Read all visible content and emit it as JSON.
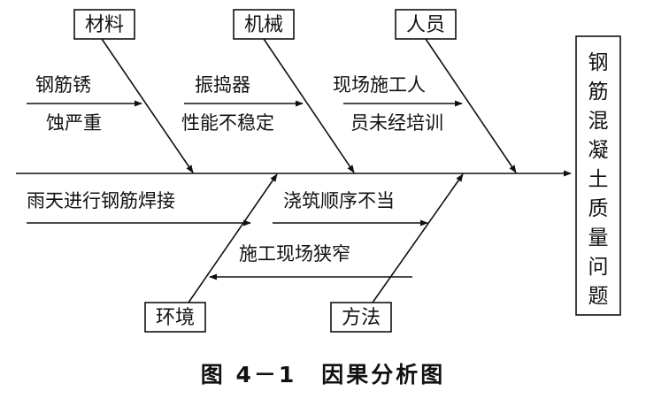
{
  "effect": {
    "label": "钢筋混凝土质量问题",
    "chars": [
      "钢",
      "筋",
      "混",
      "凝",
      "土",
      "质",
      "量",
      "问",
      "题"
    ]
  },
  "categories": {
    "materials": "材料",
    "machinery": "机械",
    "personnel": "人员",
    "environment": "环境",
    "method": "方法"
  },
  "causes": {
    "rebar_rust": [
      "钢筋锈",
      "蚀严重"
    ],
    "vibrator": [
      "振捣器",
      "性能不稳定"
    ],
    "untrained": [
      "现场施工人",
      "员未经培训"
    ],
    "rain_welding": "雨天进行钢筋焊接",
    "pour_order": "浇筑顺序不当",
    "narrow_site": "施工现场狭窄"
  },
  "caption": "图 4－1　因果分析图"
}
